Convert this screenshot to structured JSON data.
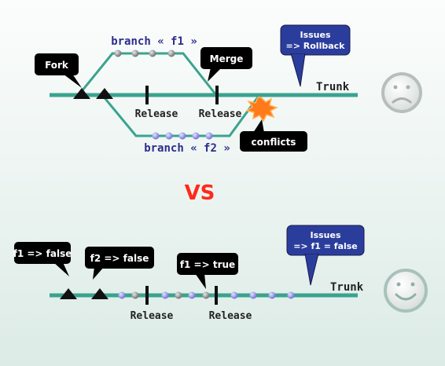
{
  "top": {
    "branch_f1_label": "branch « f1 »",
    "branch_f2_label": "branch « f2 »",
    "trunk_label": "Trunk",
    "release_1": "Release",
    "release_2": "Release",
    "fork_callout": "Fork",
    "merge_callout": "Merge",
    "conflicts_callout": "conflicts",
    "issues_line1": "Issues",
    "issues_line2": "=> Rollback",
    "mood": "sad-face-icon"
  },
  "separator": {
    "label": "VS",
    "color": "#ff2a1a"
  },
  "bottom": {
    "trunk_label": "Trunk",
    "release_1": "Release",
    "release_2": "Release",
    "callout_f1_false": "f1 => false",
    "callout_f2_false": "f2 => false",
    "callout_f1_true": "f1 => true",
    "issues_line1": "Issues",
    "issues_line2": "=> f1 = false",
    "mood": "happy-face-icon"
  },
  "colors": {
    "trunk": "#3aa38f",
    "callout": "#000000",
    "issues_callout": "#2b3d9c",
    "label_text": "#2d2d8c",
    "commit_grey": "#8a8a8a",
    "commit_purple": "#8f8fe6",
    "explosion": "#ff7a1a"
  }
}
